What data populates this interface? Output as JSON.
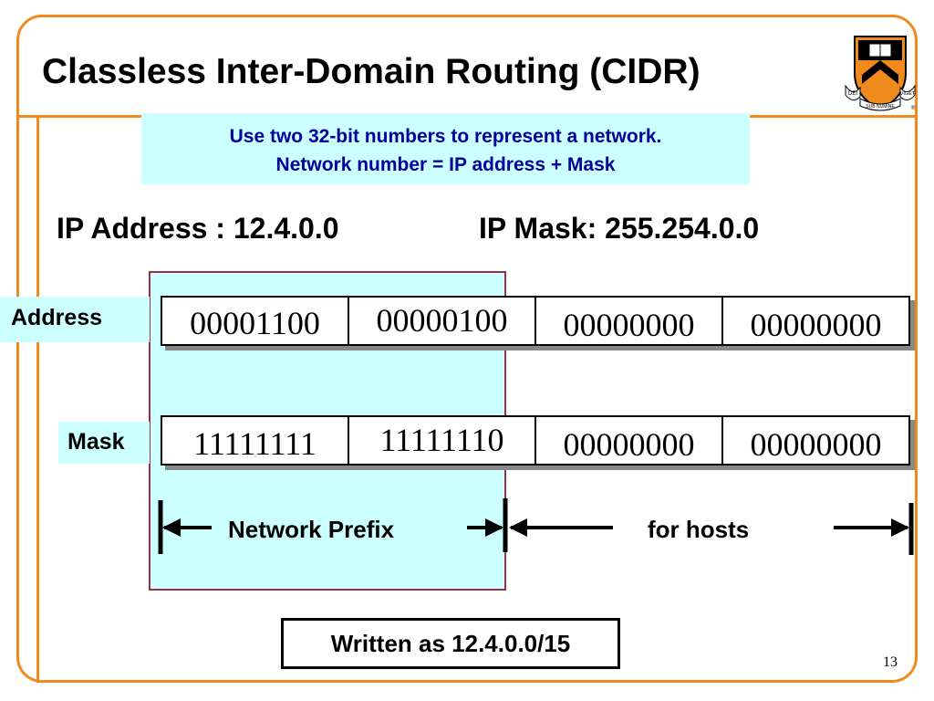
{
  "slide": {
    "title": "Classless Inter-Domain Routing (CIDR)",
    "page_number": "13"
  },
  "logo": {
    "icon": "princeton-shield-icon",
    "text_left": "DEI",
    "text_mid": "SUB NUMINE",
    "text_right": "VIGET",
    "registered": "®"
  },
  "note": {
    "line1": "Use two 32-bit numbers to represent a network.",
    "line2": "Network number = IP address + Mask"
  },
  "ip": {
    "address_text": "IP Address : 12.4.0.0",
    "mask_text": "IP  Mask: 255.254.0.0"
  },
  "address_row": {
    "label": "Address",
    "octets": [
      "00001100",
      "00000100",
      "00000000",
      "00000000"
    ]
  },
  "mask_row": {
    "label": "Mask",
    "octets": [
      "11111111",
      "11111110",
      "00000000",
      "00000000"
    ]
  },
  "annotations": {
    "network_prefix": "Network Prefix",
    "for_hosts": "for hosts"
  },
  "written_as": "Written as 12.4.0.0/15",
  "colors": {
    "frame_orange": "#F08A1C",
    "highlight_cyan": "#CCFFFF",
    "note_text_blue": "#00009C",
    "prefix_border": "#9B3040"
  }
}
